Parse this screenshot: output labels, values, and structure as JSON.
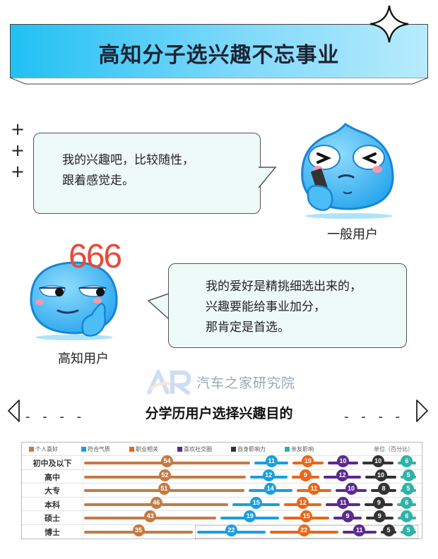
{
  "header": {
    "title": "高知分子选兴趣不忘事业"
  },
  "dialog": {
    "general_user": {
      "label": "一般用户",
      "line1": "我的兴趣吧，比较随性，",
      "line2": "跟着感觉走。"
    },
    "educated_user": {
      "label": "高知用户",
      "badge": "666",
      "line1": "我的爱好是精挑细选出来的，",
      "line2": "兴趣要能给事业加分，",
      "line3": "那肯定是首选。"
    },
    "plus_marks": [
      "+",
      "+",
      "+"
    ]
  },
  "watermark": {
    "logo": "AR",
    "text": "汽车之家研究院"
  },
  "section": {
    "title": "分学历用户选择兴趣目的",
    "dashes_left": "- - - -",
    "dashes_right": "- - - -"
  },
  "chart_data": {
    "type": "bar",
    "stacked": true,
    "title": "分学历用户选择兴趣目的",
    "unit": "单位（百分比）",
    "categories": [
      "初中及以下",
      "高中",
      "大专",
      "本科",
      "硕士",
      "博士"
    ],
    "series": [
      {
        "name": "个人喜好",
        "color": "#c37b44",
        "values": [
          54,
          52,
          51,
          46,
          43,
          35
        ]
      },
      {
        "name": "符合气质",
        "color": "#1a9ee0",
        "values": [
          11,
          12,
          14,
          15,
          19,
          22
        ]
      },
      {
        "name": "职业相关",
        "color": "#e8671a",
        "values": [
          10,
          9,
          11,
          12,
          15,
          22
        ]
      },
      {
        "name": "喜欢社交圈",
        "color": "#5b2a90",
        "values": [
          10,
          12,
          10,
          11,
          9,
          11
        ]
      },
      {
        "name": "自身影响力",
        "color": "#333333",
        "values": [
          10,
          10,
          8,
          9,
          9,
          5
        ]
      },
      {
        "name": "亲友影响",
        "color": "#2fb3a8",
        "values": [
          6,
          5,
          5,
          6,
          6,
          5
        ]
      }
    ],
    "highlighted_category": "博士",
    "xlabel": "",
    "ylabel": ""
  }
}
